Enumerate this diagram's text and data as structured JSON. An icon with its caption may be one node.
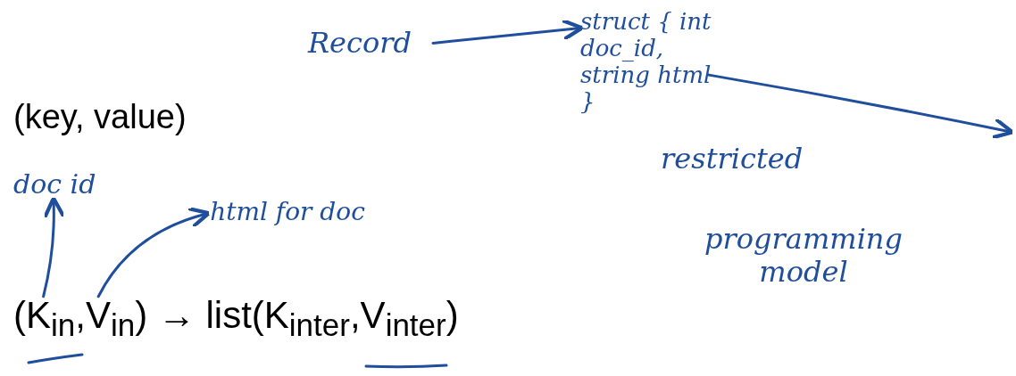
{
  "diagram": {
    "nodes": [
      {
        "text": [
          "doc id"
        ]
      },
      {
        "text": [
          "html for doc"
        ]
      },
      {
        "text": [
          "(K$_{in}$,V$_{in}$) → list(K$_{inter}$,V$_{inter}$)"
        ]
      },
      {
        "text": [
          "Record"
        ]
      },
      {
        "text": [
          "struct { int doc_id, string html }"
        ]
      }
    ],
    "edges": [
      {
        "from": 2,
        "to": 0,
        "arrow": "to"
      },
      {
        "from": 2,
        "to": 1,
        "arrow": "to"
      },
      {
        "from": 3,
        "to": 4,
        "arrow": "to"
      },
      {
        "from": 4,
        "to": null,
        "arrow": "to"
      }
    ],
    "labels": [
      "(key, value)",
      "restricted",
      "programming model"
    ]
  }
}
